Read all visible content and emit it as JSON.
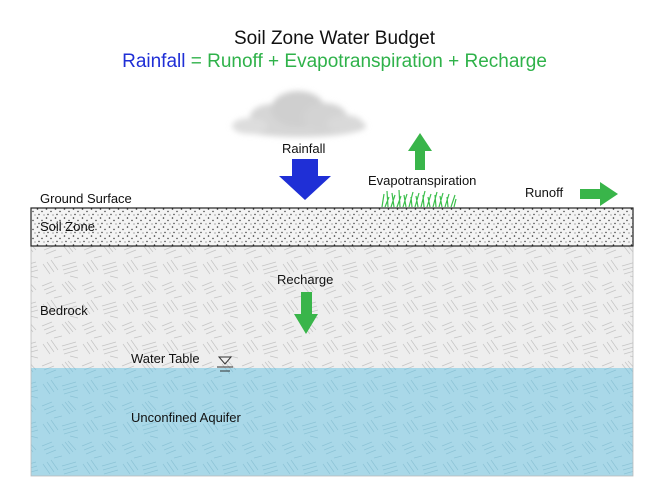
{
  "title": "Soil Zone Water Budget",
  "equation": {
    "lhs": "Rainfall",
    "equals": " = ",
    "rhs": "Runoff + Evapotranspiration + Recharge"
  },
  "labels": {
    "rainfall": "Rainfall",
    "evapotranspiration": "Evapotranspiration",
    "runoff": "Runoff",
    "ground_surface": "Ground Surface",
    "soil_zone": "Soil Zone",
    "recharge": "Recharge",
    "bedrock": "Bedrock",
    "water_table": "Water Table",
    "unconfined_aquifer": "Unconfined Aquifer"
  },
  "colors": {
    "rain_arrow": "#1f2fd6",
    "green_arrow": "#39b54a",
    "aquifer": "#a9d8e8",
    "bedrock": "#eeeeee",
    "soil": "#f4f4f4"
  }
}
